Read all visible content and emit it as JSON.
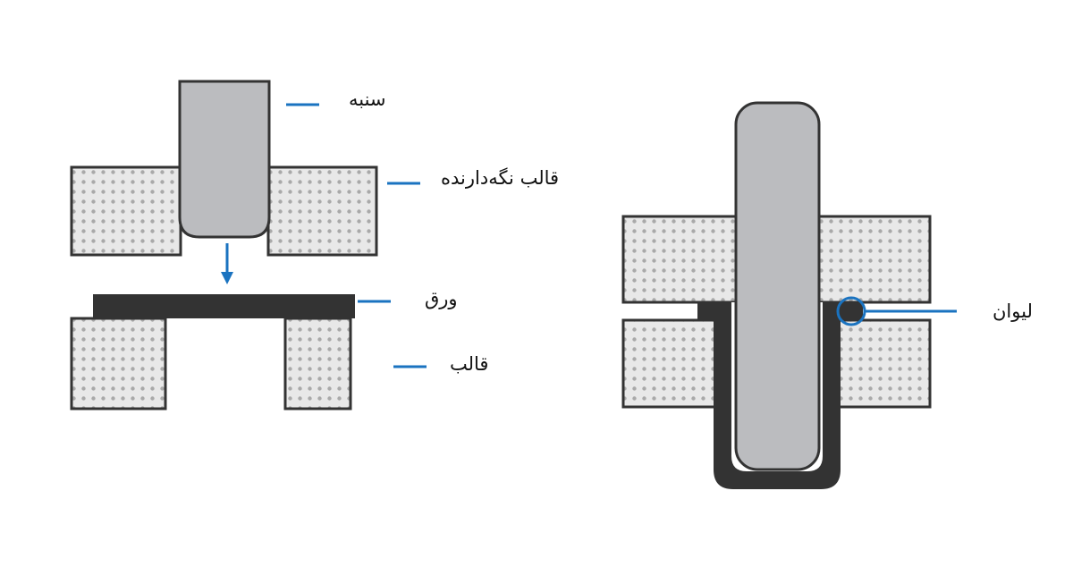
{
  "labels": {
    "punch": "سنبه",
    "blank_holder": "قالب نگه‌دارنده",
    "sheet": "ورق",
    "die": "قالب",
    "cup": "ليوان"
  },
  "colors": {
    "accent": "#1a73c0",
    "outline": "#333333",
    "punch_fill": "#bbbcbf",
    "die_fill": "#e8e8e8",
    "dot": "#a9a9a9"
  }
}
